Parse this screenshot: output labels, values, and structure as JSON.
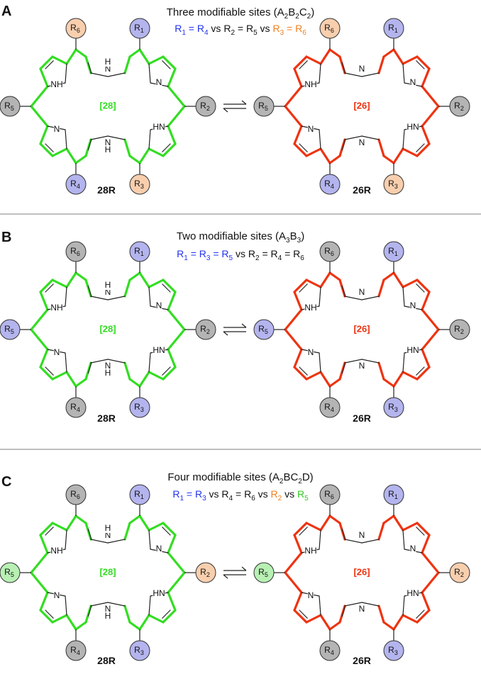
{
  "colors": {
    "green": "#33dd22",
    "red": "#ee3311",
    "blue_text": "#2233ee",
    "orange_text": "#f08020",
    "green_text": "#33cc22",
    "circle_peach": "#f8cfae",
    "circle_blue": "#b4b4ee",
    "circle_gray": "#b4b4b4",
    "circle_green": "#b8f0b4",
    "divider": "#aaaaaa"
  },
  "panels": [
    {
      "letter": "A",
      "title": {
        "pre": "Three modifiable sites (A",
        "s1": "2",
        "m1": "B",
        "s2": "2",
        "m2": "C",
        "s3": "2",
        "post": ")"
      },
      "left_name": "28R",
      "right_name": "26R",
      "left_ring": "[28]",
      "right_ring": "[26]",
      "substituents": {
        "R6": "peach",
        "R1": "blue",
        "R5": "gray",
        "R2": "gray",
        "R4": "blue",
        "R3": "peach"
      }
    },
    {
      "letter": "B",
      "title": {
        "pre": "Two modifiable sites (A",
        "s1": "3",
        "m1": "B",
        "s2": "3",
        "post": ")"
      },
      "left_name": "28R",
      "right_name": "26R",
      "left_ring": "[28]",
      "right_ring": "[26]",
      "substituents": {
        "R6": "gray",
        "R1": "blue",
        "R5": "blue",
        "R2": "gray",
        "R4": "gray",
        "R3": "blue"
      }
    },
    {
      "letter": "C",
      "title": {
        "pre": "Four modifiable sites (A",
        "s1": "2",
        "m1": "BC",
        "s2": "2",
        "post": "D)"
      },
      "left_name": "28R",
      "right_name": "26R",
      "left_ring": "[28]",
      "right_ring": "[26]",
      "substituents": {
        "R6": "gray",
        "R1": "blue",
        "R5": "green",
        "R2": "peach",
        "R4": "gray",
        "R3": "blue"
      }
    }
  ],
  "equations": [
    [
      {
        "t": "R",
        "c": "blue"
      },
      {
        "t": "1",
        "c": "blue",
        "sub": true
      },
      {
        "t": " = R",
        "c": "blue"
      },
      {
        "t": "4",
        "c": "blue",
        "sub": true
      },
      {
        "t": " vs ",
        "c": "black"
      },
      {
        "t": "R",
        "c": "black"
      },
      {
        "t": "2",
        "c": "black",
        "sub": true
      },
      {
        "t": " = R",
        "c": "black"
      },
      {
        "t": "5",
        "c": "black",
        "sub": true
      },
      {
        "t": " vs ",
        "c": "black"
      },
      {
        "t": "R",
        "c": "orange"
      },
      {
        "t": "3",
        "c": "orange",
        "sub": true
      },
      {
        "t": " = R",
        "c": "orange"
      },
      {
        "t": "6",
        "c": "orange",
        "sub": true
      }
    ],
    [
      {
        "t": "R",
        "c": "blue"
      },
      {
        "t": "1",
        "c": "blue",
        "sub": true
      },
      {
        "t": " = R",
        "c": "blue"
      },
      {
        "t": "3",
        "c": "blue",
        "sub": true
      },
      {
        "t": " = R",
        "c": "blue"
      },
      {
        "t": "5",
        "c": "blue",
        "sub": true
      },
      {
        "t": " vs ",
        "c": "black"
      },
      {
        "t": "R",
        "c": "black"
      },
      {
        "t": "2",
        "c": "black",
        "sub": true
      },
      {
        "t": " = R",
        "c": "black"
      },
      {
        "t": "4",
        "c": "black",
        "sub": true
      },
      {
        "t": " = R",
        "c": "black"
      },
      {
        "t": "6",
        "c": "black",
        "sub": true
      }
    ],
    [
      {
        "t": "R",
        "c": "blue"
      },
      {
        "t": "1",
        "c": "blue",
        "sub": true
      },
      {
        "t": " = R",
        "c": "blue"
      },
      {
        "t": "3",
        "c": "blue",
        "sub": true
      },
      {
        "t": " vs ",
        "c": "black"
      },
      {
        "t": "R",
        "c": "black"
      },
      {
        "t": "4",
        "c": "black",
        "sub": true
      },
      {
        "t": " = R",
        "c": "black"
      },
      {
        "t": "6",
        "c": "black",
        "sub": true
      },
      {
        "t": " vs ",
        "c": "black"
      },
      {
        "t": "R",
        "c": "orange"
      },
      {
        "t": "2",
        "c": "orange",
        "sub": true
      },
      {
        "t": " vs ",
        "c": "black"
      },
      {
        "t": "R",
        "c": "green"
      },
      {
        "t": "5",
        "c": "green",
        "sub": true
      }
    ]
  ],
  "atoms": {
    "nh": "NH",
    "hn": "HN",
    "n": "N",
    "h": "H",
    "r": "R"
  }
}
